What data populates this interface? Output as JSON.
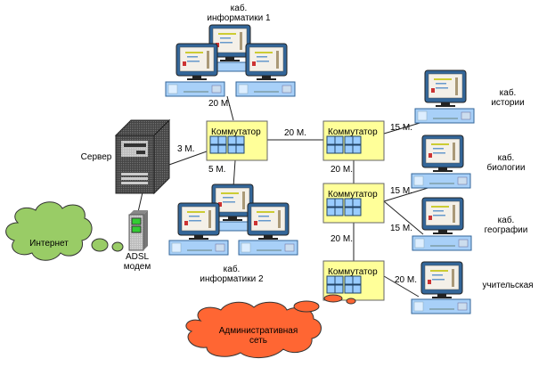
{
  "diagram": {
    "labels": {
      "lab1_line1": "каб.",
      "lab1_line2": "информатики 1",
      "lab2_line1": "каб.",
      "lab2_line2": "информатики 2",
      "history_line1": "каб.",
      "history_line2": "истории",
      "biology_line1": "каб.",
      "biology_line2": "биологии",
      "geography_line1": "каб.",
      "geography_line2": "географии",
      "teachers": "учительская",
      "server": "Сервер",
      "modem_line1": "ADSL",
      "modem_line2": "модем",
      "internet": "Интернет",
      "admin_line1": "Административная",
      "admin_line2": "сеть"
    },
    "switch_label": "Коммутатор",
    "cable_lengths": {
      "sw1_to_lab1": "20 М.",
      "server_to_sw1": "3 М.",
      "sw1_to_lab2": "5 М.",
      "sw1_to_sw2": "20 М.",
      "sw2_to_history": "15 М.",
      "sw2_to_sw3": "20 М.",
      "sw3_to_biology": "15 М.",
      "sw3_to_geography": "15 М.",
      "sw3_to_sw4": "20 М.",
      "sw4_to_teachers": "20 М."
    },
    "colors": {
      "switch_fill": "#ffff99",
      "switch_port": "#99ccff",
      "internet_cloud": "#99cc66",
      "admin_cloud": "#ff6633",
      "monitor_frame": "#336699",
      "system_unit": "#99ccff",
      "server_body": "#555555"
    }
  }
}
